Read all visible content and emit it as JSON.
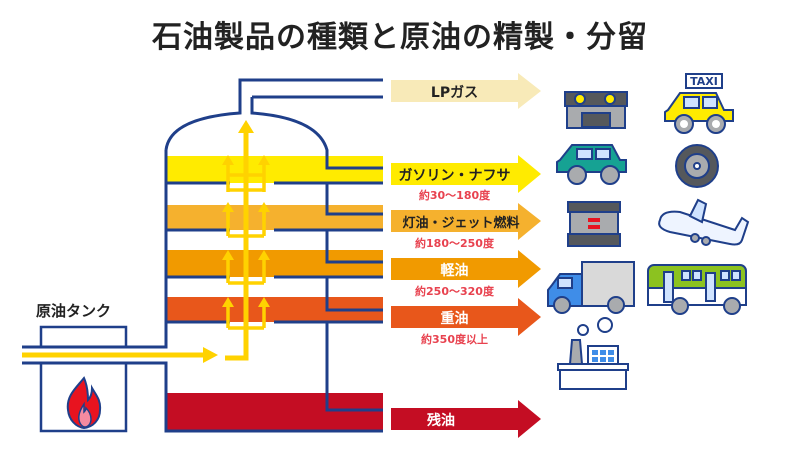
{
  "title": "石油製品の種類と原油の精製・分留",
  "tank_label": "原油タンク",
  "colors": {
    "outline": "#1f3f8a",
    "flow": "#ffd200",
    "lpgas": "#f8eab8",
    "gasoline": "#ffeb00",
    "kerosene": "#f5b12e",
    "diesel": "#f19a00",
    "heavy": "#e8571b",
    "residue": "#c40d23",
    "temp_text": "#e8424f"
  },
  "fractions": [
    {
      "id": "lpgas",
      "label": "LPガス",
      "temp": "",
      "color": "#f8eab8",
      "label_color": "#222222",
      "products": [
        "gas-stove-icon",
        "taxi-icon"
      ]
    },
    {
      "id": "gasoline",
      "label": "ガソリン・ナフサ",
      "temp": "約30〜180度",
      "color": "#ffeb00",
      "label_color": "#222222",
      "products": [
        "car-icon",
        "tire-icon"
      ]
    },
    {
      "id": "kerosene",
      "label": "灯油・ジェット燃料",
      "temp": "約180〜250度",
      "color": "#f5b12e",
      "label_color": "#222222",
      "products": [
        "heater-icon",
        "airplane-icon"
      ]
    },
    {
      "id": "diesel",
      "label": "軽油",
      "temp": "約250〜320度",
      "color": "#f19a00",
      "label_color": "#ffffff",
      "products": [
        "truck-icon",
        "bus-icon"
      ]
    },
    {
      "id": "heavy",
      "label": "重油",
      "temp": "約350度以上",
      "color": "#e8571b",
      "label_color": "#ffffff",
      "products": [
        "factory-icon"
      ]
    },
    {
      "id": "residue",
      "label": "残油",
      "temp": "",
      "color": "#c40d23",
      "label_color": "#ffffff",
      "products": []
    }
  ],
  "taxi_sign": "TAXI"
}
